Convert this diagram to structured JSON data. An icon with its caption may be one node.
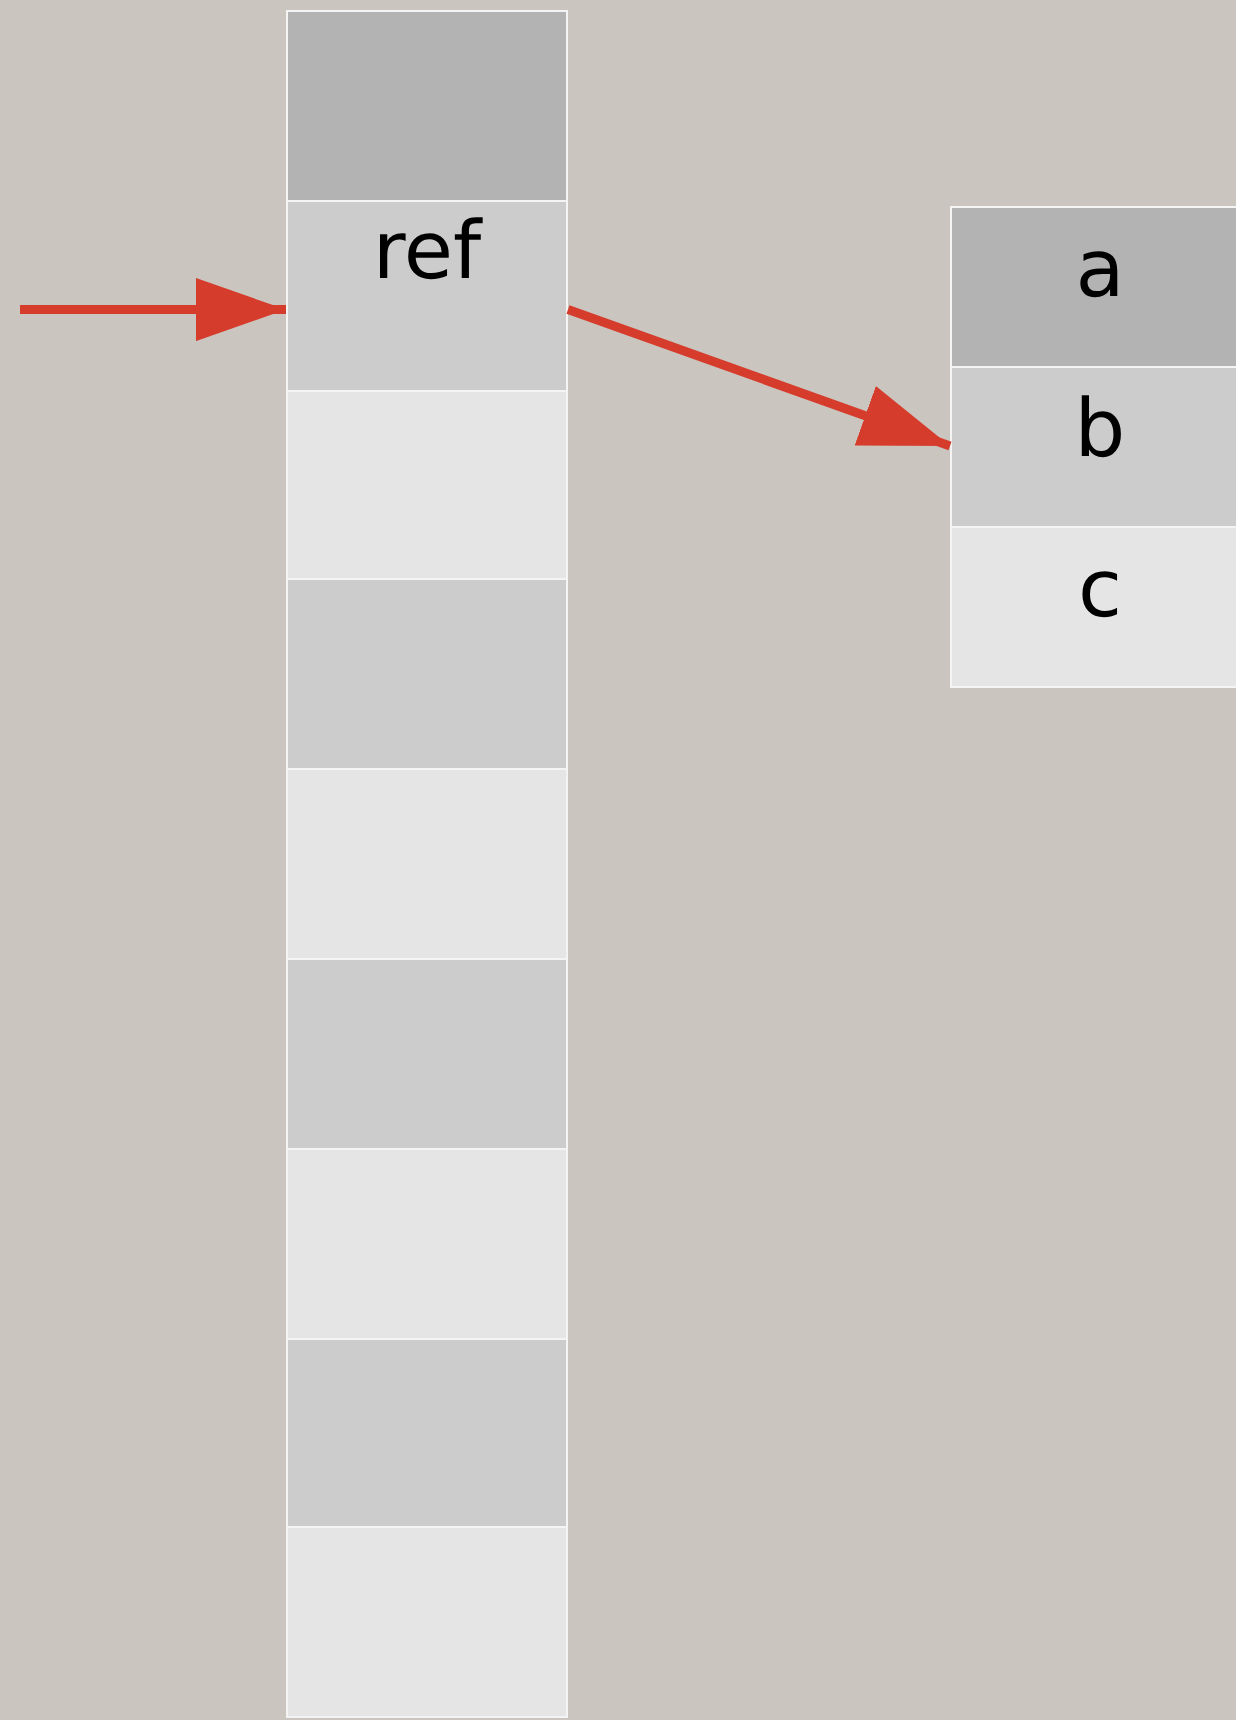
{
  "diagram": {
    "nodes": [
      {
        "text": [],
        "shape": "box"
      },
      {
        "text": [
          "ref"
        ]
      },
      {
        "text": [],
        "shape": "box"
      },
      {
        "text": [],
        "shape": "box"
      },
      {
        "text": [],
        "shape": "box"
      },
      {
        "text": [],
        "shape": "box"
      },
      {
        "text": [],
        "shape": "box"
      },
      {
        "text": [],
        "shape": "box"
      },
      {
        "text": [],
        "shape": "box"
      },
      {
        "text": [
          "a"
        ]
      },
      {
        "text": [
          "b"
        ]
      },
      {
        "text": [
          "c"
        ]
      }
    ],
    "edges": [
      {
        "from": null,
        "to": 1,
        "arrow": "to"
      },
      {
        "from": 1,
        "to": 10,
        "arrow": "to"
      }
    ]
  }
}
